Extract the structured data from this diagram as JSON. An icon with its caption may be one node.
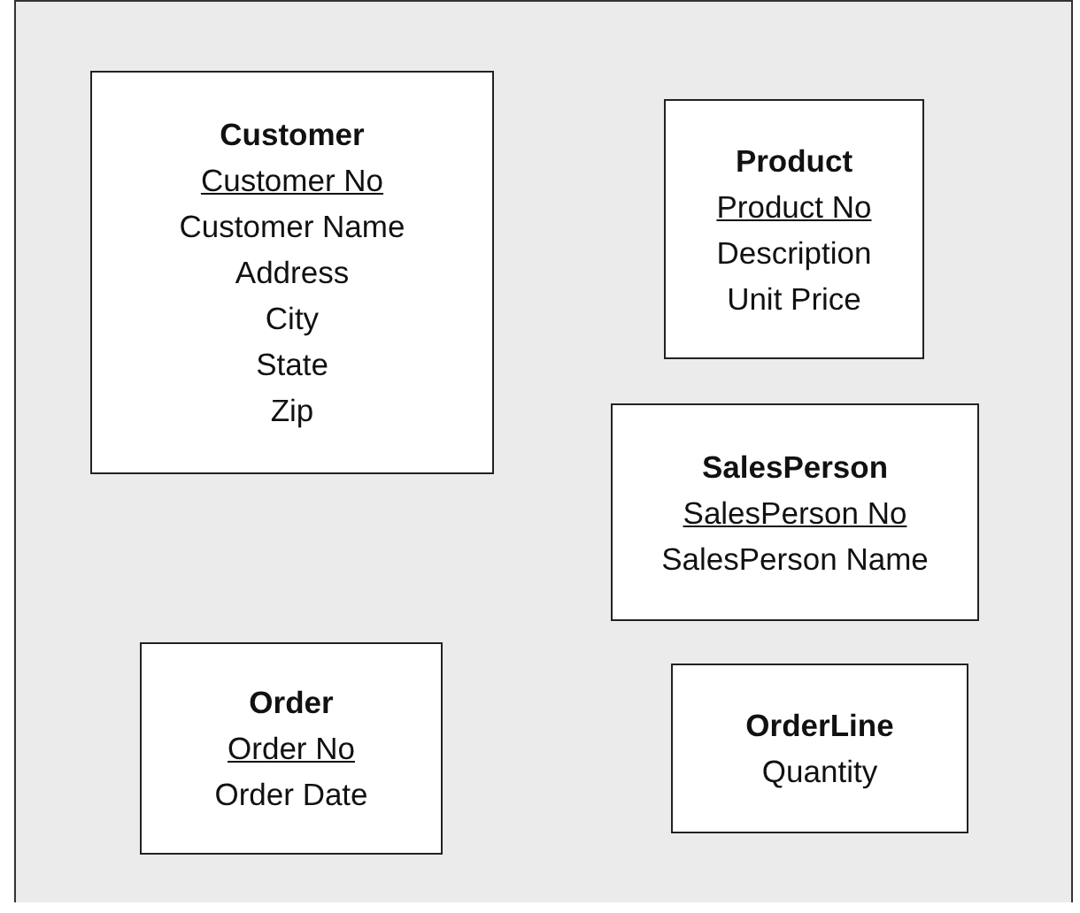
{
  "diagram": {
    "nodes": [
      {
        "text": [
          "Customer",
          "Customer No",
          "Customer Name",
          "Address",
          "City",
          "State",
          "Zip"
        ]
      },
      {
        "text": [
          "Product",
          "Product No",
          "Description",
          "Unit Price"
        ]
      },
      {
        "text": [
          "SalesPerson",
          "SalesPerson No",
          "SalesPerson Name"
        ]
      },
      {
        "text": [
          "Order",
          "Order No",
          "Order Date"
        ]
      },
      {
        "text": [
          "OrderLine",
          "Quantity"
        ]
      }
    ]
  }
}
